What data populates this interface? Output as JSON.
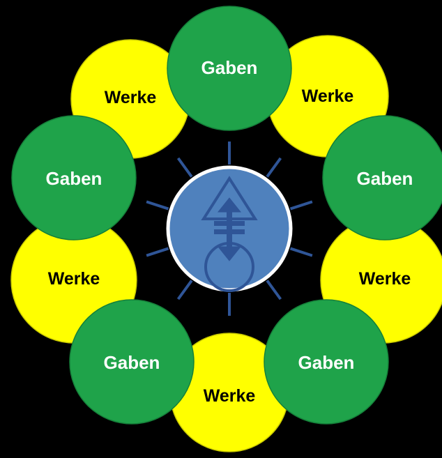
{
  "colors": {
    "background": "#000000",
    "werke_fill": "#ffff00",
    "werke_stroke": "#c9c900",
    "gaben_fill": "#1fa34a",
    "gaben_stroke": "#15803a",
    "center_fill": "#4f81bd",
    "center_stroke": "#ffffff",
    "connector": "#2f5597",
    "symbol": "#2f5597",
    "werke_text": "#000000",
    "gaben_text": "#ffffff"
  },
  "center": {
    "icon": "alchemical-triangle-cross-circle-icon"
  },
  "werke_nodes": [
    {
      "label": "Werke"
    },
    {
      "label": "Werke"
    },
    {
      "label": "Werke"
    },
    {
      "label": "Werke"
    },
    {
      "label": "Werke"
    }
  ],
  "gaben_nodes": [
    {
      "label": "Gaben"
    },
    {
      "label": "Gaben"
    },
    {
      "label": "Gaben"
    },
    {
      "label": "Gaben"
    },
    {
      "label": "Gaben"
    }
  ]
}
